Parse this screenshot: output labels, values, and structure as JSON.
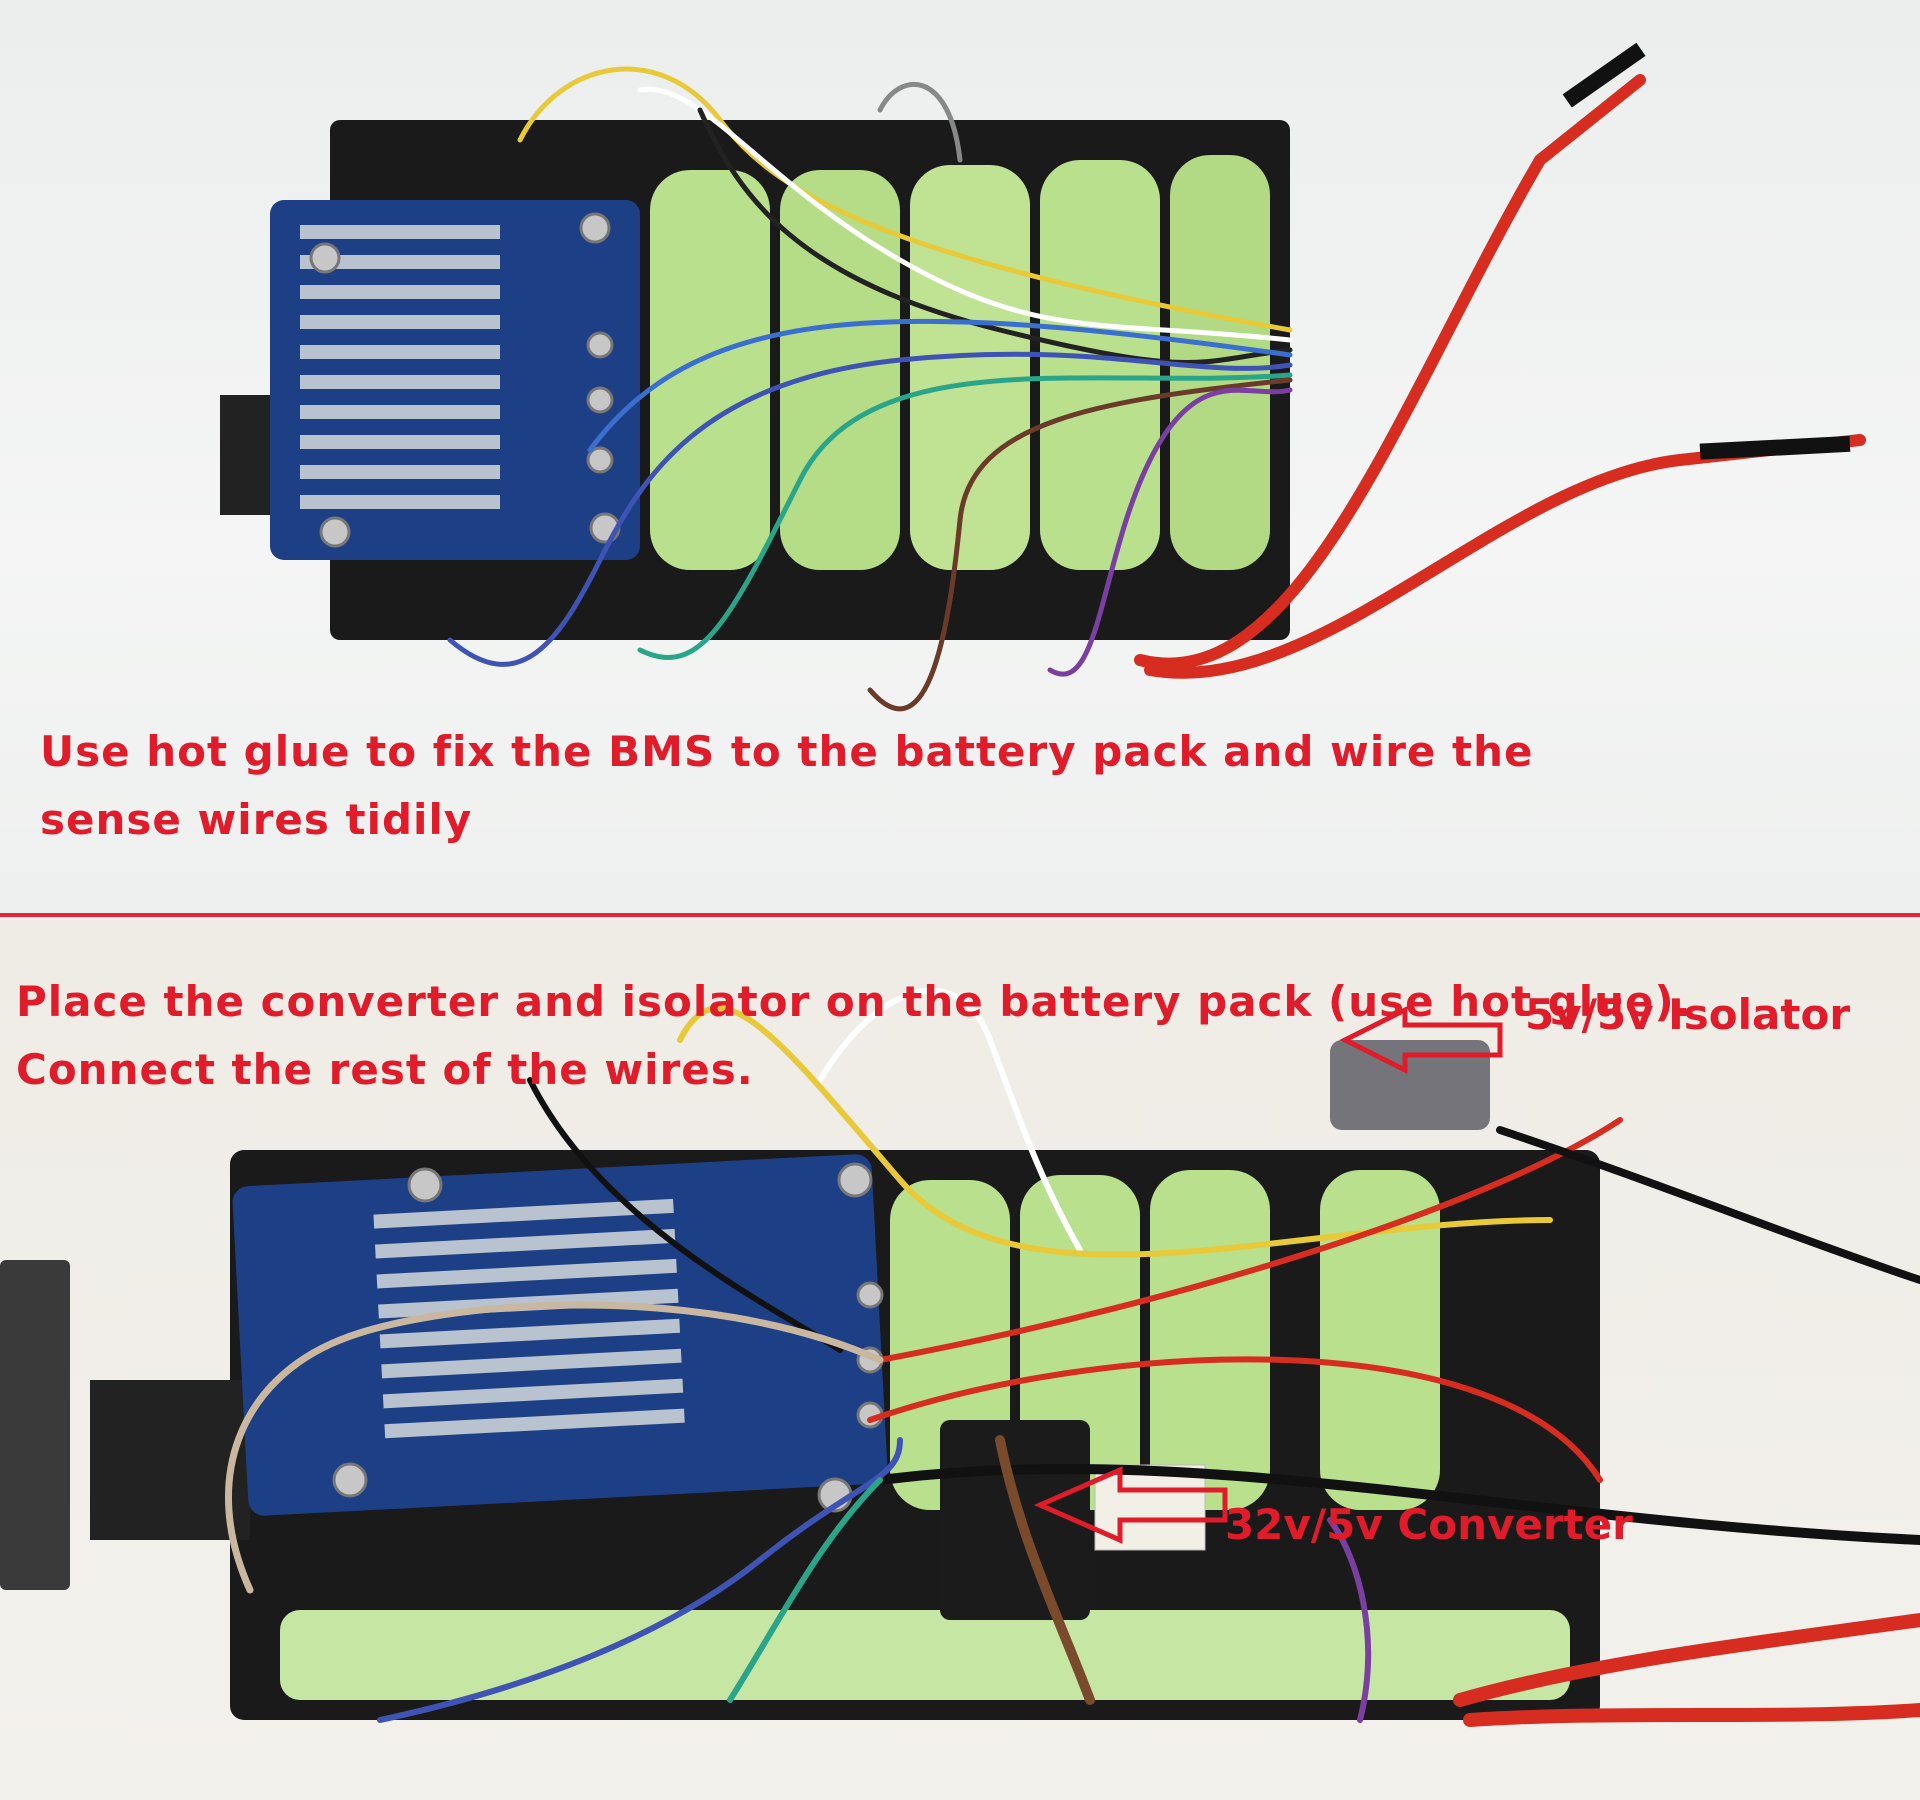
{
  "panels": [
    {
      "caption_lines": [
        "Use hot glue to fix the BMS to the battery pack and wire the",
        "sense wires tidily"
      ]
    },
    {
      "caption_lines": [
        "Place the converter and isolator on the battery pack (use hot glue).",
        "Connect the rest of the wires."
      ],
      "labels": {
        "isolator": "5v/5v Isolator",
        "converter": "32v/5v Converter"
      }
    }
  ],
  "colors": {
    "caption": "#e01b2a",
    "divider": "#e8243a",
    "pcb": "#1d3f86",
    "cell": "#b9e08c",
    "holder": "#1a1a1a"
  },
  "icons": [
    "arrow-isolator-icon",
    "arrow-converter-icon"
  ]
}
